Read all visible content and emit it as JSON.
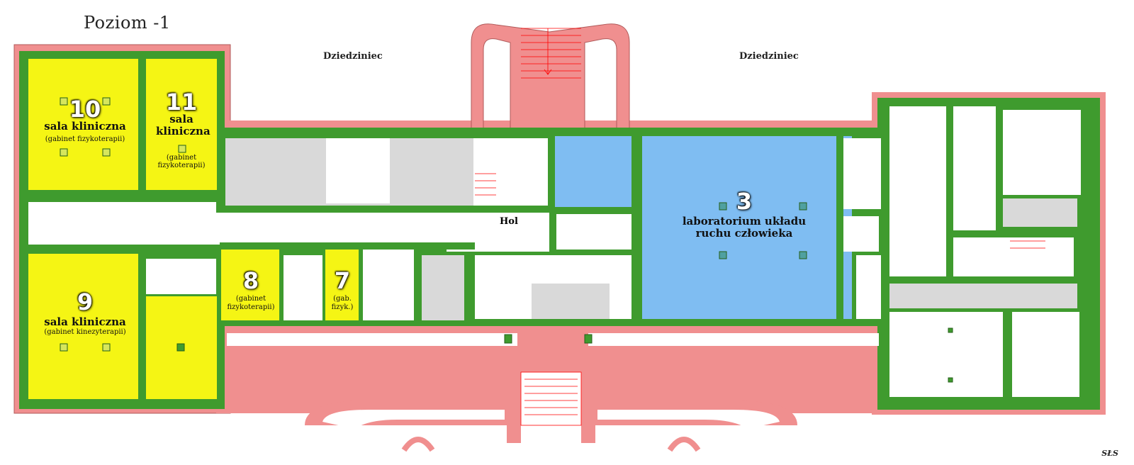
{
  "title": "Poziom -1",
  "courtyards": [
    "Dziedziniec",
    "Dziedziniec"
  ],
  "hall": "Hol",
  "signature": "SŁS",
  "colors": {
    "wall": "#3f9b2e",
    "facade": "#f08f8f",
    "clinic": "#f5f514",
    "lab": "#7fbdf2",
    "corridor": "#d9d9d9",
    "door": "#ff0000"
  },
  "rooms": [
    {
      "id": "r10",
      "number": "10",
      "name": "sala kliniczna",
      "detail": "(gabinet fizykoterapii)"
    },
    {
      "id": "r11",
      "number": "11",
      "name": "sala kliniczna",
      "detail": "(gabinet fizykoterapii)"
    },
    {
      "id": "r9",
      "number": "9",
      "name": "sala kliniczna",
      "detail": "(gabinet kinezyterapii)"
    },
    {
      "id": "r8",
      "number": "8",
      "name": "",
      "detail": "(gabinet fizykoterapii)"
    },
    {
      "id": "r7",
      "number": "7",
      "name": "",
      "detail": "(gab. fizyk.)"
    },
    {
      "id": "r3",
      "number": "3",
      "name": "laboratorium układu ruchu człowieka",
      "detail": ""
    }
  ]
}
